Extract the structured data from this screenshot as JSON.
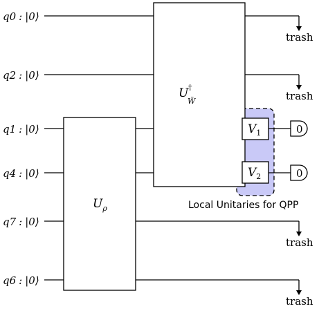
{
  "qubits": [
    {
      "name": "q0",
      "ket": "|0⟩"
    },
    {
      "name": "q2",
      "ket": "|0⟩"
    },
    {
      "name": "q1",
      "ket": "|0⟩"
    },
    {
      "name": "q4",
      "ket": "|0⟩"
    },
    {
      "name": "q7",
      "ket": "|0⟩"
    },
    {
      "name": "q6",
      "ket": "|0⟩"
    }
  ],
  "gates": {
    "u_rho": {
      "base": "U",
      "sub": "ρ"
    },
    "u_w": {
      "base": "U",
      "sup": "†",
      "sub": "W̃"
    },
    "v1": {
      "base": "V",
      "sub": "1"
    },
    "v2": {
      "base": "V",
      "sub": "2"
    }
  },
  "measure": {
    "result": "0"
  },
  "trash_label": "trash",
  "highlight": {
    "caption": "Local Unitaries for QPP",
    "color": "#c9c9f7"
  }
}
